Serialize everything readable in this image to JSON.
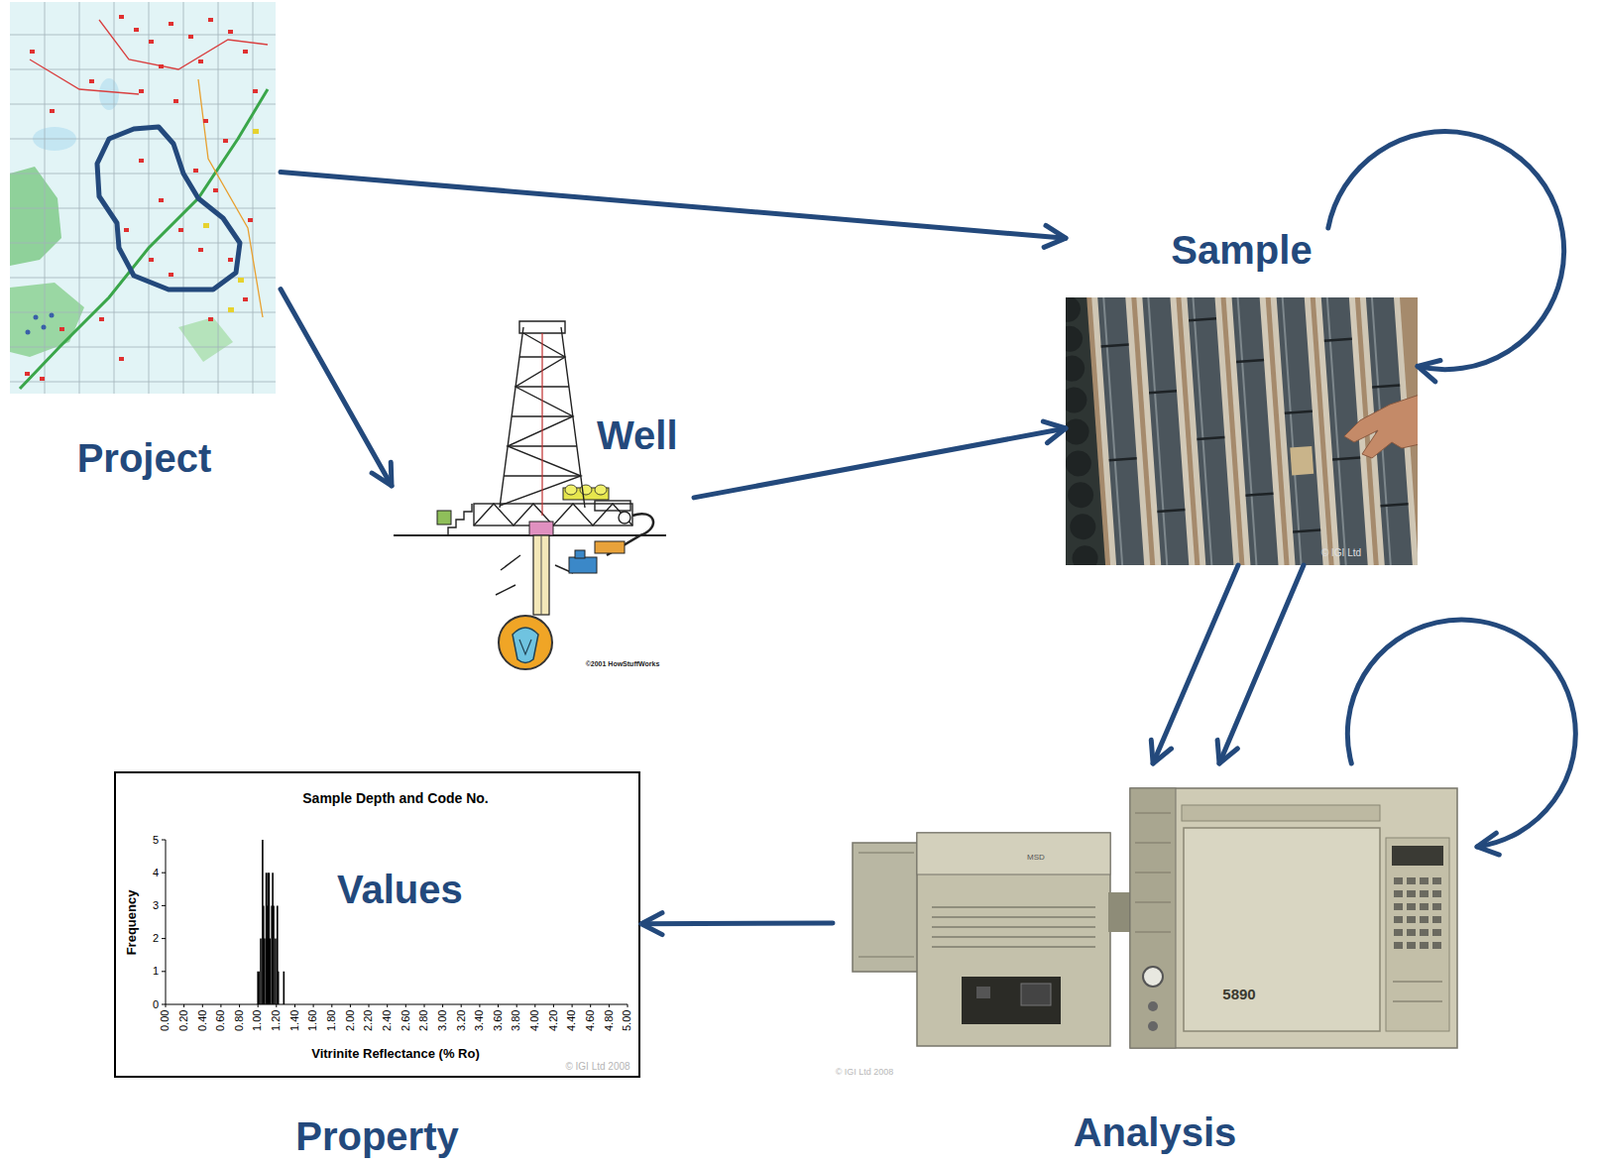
{
  "diagram": {
    "nodes": [
      {
        "text": [
          "Project"
        ]
      },
      {
        "text": [
          "Sample"
        ]
      },
      {
        "text": [
          "Well"
        ]
      },
      {
        "text": [
          "Values",
          "Property"
        ]
      },
      {
        "text": [
          "Analysis"
        ]
      }
    ],
    "edges": [
      {
        "from": 0,
        "to": 1,
        "arrow": "to"
      },
      {
        "from": 0,
        "to": 2,
        "arrow": "to"
      },
      {
        "from": 2,
        "to": 1,
        "arrow": "to"
      },
      {
        "from": 1,
        "to": 1,
        "arrow": "to"
      },
      {
        "from": 1,
        "to": 4,
        "arrow": "to"
      },
      {
        "from": 1,
        "to": 4,
        "arrow": "to"
      },
      {
        "from": 4,
        "to": 4,
        "arrow": "to"
      },
      {
        "from": 4,
        "to": 3,
        "arrow": "to"
      }
    ],
    "labels": [
      "©2001 HowStuffWorks",
      "© IGI Ltd",
      "MSD",
      "5890",
      "© IGI Ltd 2008",
      "Sample Depth and Code No.",
      "Frequency",
      "0",
      "1",
      "2",
      "3",
      "4",
      "5",
      "0.00",
      "0.20",
      "0.40",
      "0.60",
      "0.80",
      "1.00",
      "1.20",
      "1.40",
      "1.60",
      "1.80",
      "2.00",
      "2.20",
      "2.40",
      "2.60",
      "2.80",
      "3.00",
      "3.20",
      "3.40",
      "3.60",
      "3.80",
      "4.00",
      "4.20",
      "4.40",
      "4.60",
      "4.80",
      "5.00",
      "Vitrinite Reflectance (% Ro)",
      "© IGI Ltd 2008"
    ]
  }
}
